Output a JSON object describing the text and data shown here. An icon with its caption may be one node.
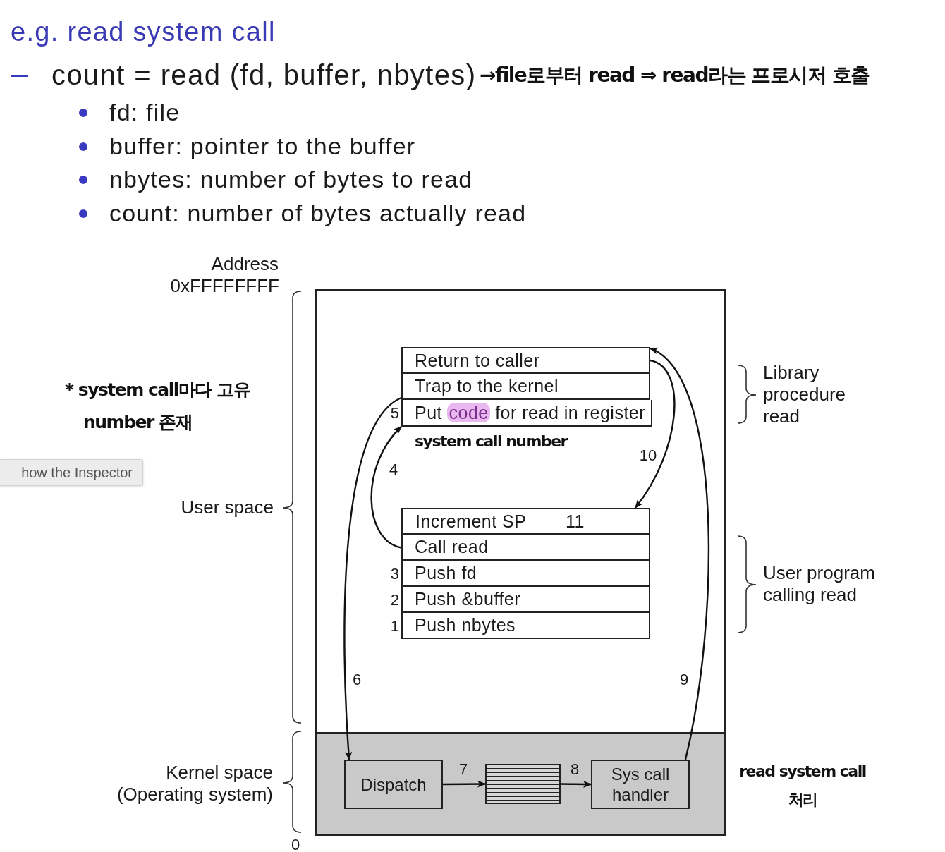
{
  "diagram": {
    "title": "e.g. read system call",
    "nodes": [
      {
        "text": [],
        "shape": "box"
      },
      {
        "text": [
          "Return to caller"
        ],
        "in": 0
      },
      {
        "text": [
          "Trap to the kernel"
        ],
        "in": 0
      },
      {
        "text": [
          "Put code for read in register"
        ],
        "beside": [
          "5"
        ],
        "in": 0
      },
      {
        "text": [
          "Increment SP",
          "11"
        ],
        "in": 0
      },
      {
        "text": [
          "Call read"
        ],
        "in": 0
      },
      {
        "text": [
          "Push fd"
        ],
        "beside": [
          "3"
        ],
        "in": 0
      },
      {
        "text": [
          "Push &buffer"
        ],
        "beside": [
          "2"
        ],
        "in": 0
      },
      {
        "text": [
          "Push nbytes"
        ],
        "beside": [
          "1"
        ],
        "in": 0
      },
      {
        "text": [],
        "shape": "box",
        "in": 0
      },
      {
        "text": [
          "Dispatch"
        ],
        "in": 9
      },
      {
        "text": [],
        "shape": "table",
        "in": 9
      },
      {
        "text": [
          "Sys call handler"
        ],
        "in": 9
      }
    ],
    "edges": [
      {
        "from": 5,
        "to": 3,
        "arrow": "to",
        "label": "4"
      },
      {
        "from": 2,
        "to": 10,
        "arrow": "to",
        "label": "6"
      },
      {
        "from": 10,
        "to": 11,
        "arrow": "to",
        "label": "7"
      },
      {
        "from": 11,
        "to": 12,
        "arrow": "to",
        "label": "8"
      },
      {
        "from": 12,
        "to": 1,
        "arrow": "to",
        "label": "9"
      },
      {
        "from": 1,
        "to": 4,
        "arrow": "to",
        "label": "10"
      }
    ],
    "labels": [
      "count = read (fd, buffer, nbytes)",
      "→file로부터 read ⇒ read라는 프로시저 호출",
      "fd: file",
      "buffer: pointer to the buffer",
      "nbytes: number of bytes to read",
      "count: number of bytes actually read",
      "Address",
      "0xFFFFFFFF",
      "* system call마다 고유 number 존재",
      "Library procedure read",
      "system call number",
      "how the Inspector",
      "User space",
      "User program calling read",
      "Kernel space (Operating system)",
      "read system call 처리",
      "0"
    ]
  }
}
